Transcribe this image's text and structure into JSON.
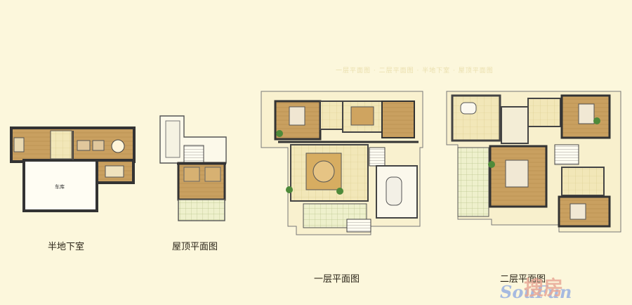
{
  "captions": {
    "basement": "半地下室",
    "roof": "屋顶平面图",
    "first_floor": "一层平面图",
    "second_floor": "二层平面图"
  },
  "basement_room_label": "车库",
  "faint_header": "一层平面图 · 二层平面图 · 半地下室 · 屋顶平面图",
  "watermark": {
    "cn": "搜房",
    "en": "SouFun"
  },
  "colors": {
    "background": "#fcf7dc",
    "wall": "#3a3a3a",
    "floor_wood": "#c9a060",
    "floor_tile": "#f2e7b8",
    "grass": "#e2ecc5"
  }
}
